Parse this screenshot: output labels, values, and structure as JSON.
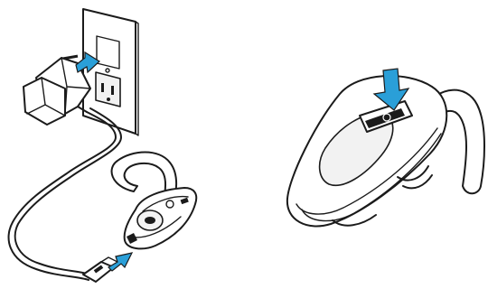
{
  "figure": {
    "panels": [
      {
        "id": "charging",
        "steps": [
          "plug-charger-into-outlet",
          "plug-cable-into-headset"
        ]
      },
      {
        "id": "power-on",
        "steps": [
          "press-power-button"
        ]
      }
    ],
    "arrow_color": "#2a9fd8",
    "ink_color": "#1b1b1b"
  }
}
